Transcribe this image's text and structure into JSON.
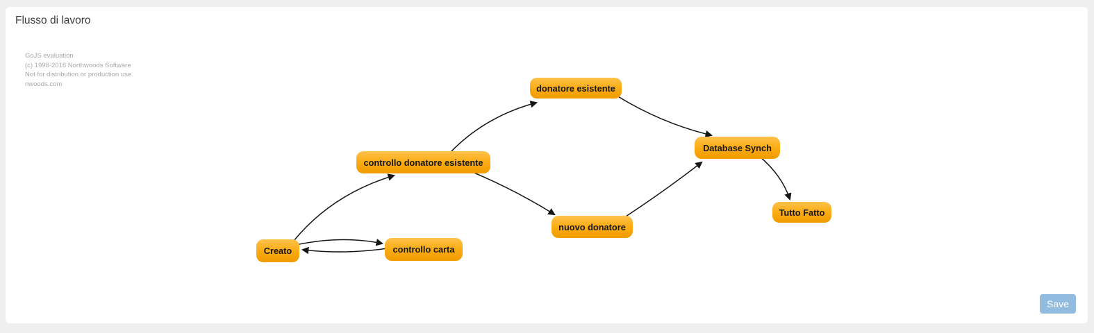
{
  "page": {
    "title": "Flusso di lavoro",
    "background_color": "#efefef",
    "card_color": "#ffffff"
  },
  "watermark": {
    "lines": [
      "GoJS evaluation",
      "(c) 1998-2016 Northwoods Software",
      "Not for distribution or production use",
      "nwoods.com"
    ]
  },
  "diagram": {
    "node_color_top": "#fec24c",
    "node_color_bottom": "#f09b00",
    "node_text_color": "#161616",
    "link_color": "#161616",
    "nodes": [
      {
        "id": "donatore-esistente",
        "label": "donatore esistente"
      },
      {
        "id": "controllo-donatore-esistente",
        "label": "controllo donatore esistente"
      },
      {
        "id": "database-synch",
        "label": "Database Synch"
      },
      {
        "id": "tutto-fatto",
        "label": "Tutto Fatto"
      },
      {
        "id": "nuovo-donatore",
        "label": "nuovo donatore"
      },
      {
        "id": "creato",
        "label": "Creato"
      },
      {
        "id": "controllo-carta",
        "label": "controllo carta"
      }
    ],
    "links": [
      {
        "from": "creato",
        "to": "controllo-donatore-esistente"
      },
      {
        "from": "controllo-donatore-esistente",
        "to": "donatore-esistente"
      },
      {
        "from": "controllo-donatore-esistente",
        "to": "nuovo-donatore"
      },
      {
        "from": "donatore-esistente",
        "to": "database-synch"
      },
      {
        "from": "nuovo-donatore",
        "to": "database-synch"
      },
      {
        "from": "database-synch",
        "to": "tutto-fatto"
      },
      {
        "from": "creato",
        "to": "controllo-carta"
      },
      {
        "from": "controllo-carta",
        "to": "creato"
      }
    ]
  },
  "footer": {
    "save_label": "Save",
    "save_color": "#92bbe0"
  }
}
